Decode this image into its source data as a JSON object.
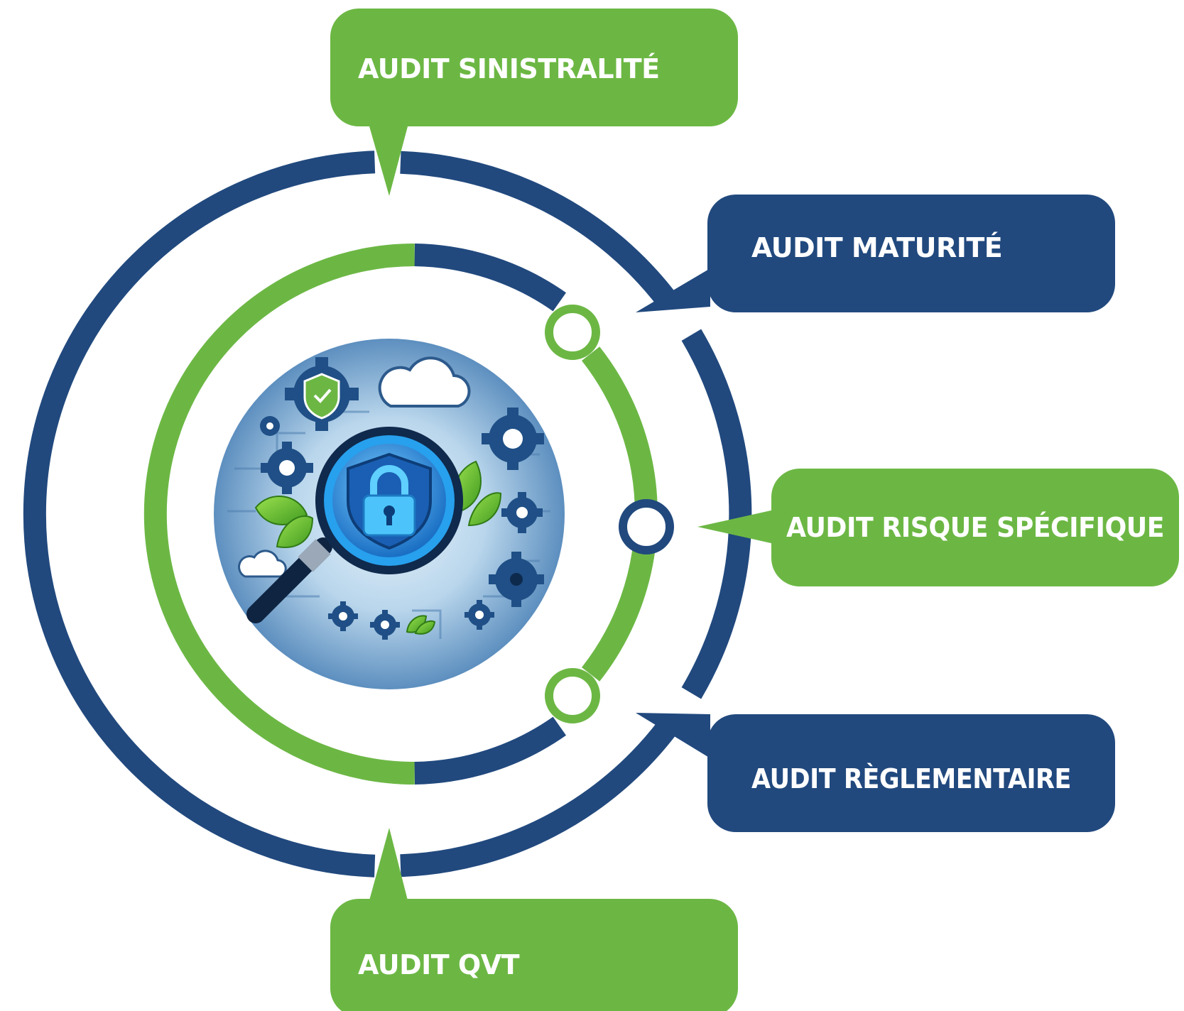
{
  "diagram": {
    "center_icon": "audit-security-illustration",
    "colors": {
      "green": "#6CB744",
      "navy": "#21497E",
      "white": "#FFFFFF"
    },
    "labels": [
      {
        "id": "sinistralite",
        "text": "AUDIT SINISTRALITÉ",
        "color": "green"
      },
      {
        "id": "maturite",
        "text": "AUDIT MATURITÉ",
        "color": "navy"
      },
      {
        "id": "risque",
        "text": "AUDIT RISQUE SPÉCIFIQUE",
        "color": "green"
      },
      {
        "id": "reglementaire",
        "text": "AUDIT RÈGLEMENTAIRE",
        "color": "navy"
      },
      {
        "id": "qvt",
        "text": "AUDIT QVT",
        "color": "green"
      }
    ]
  }
}
